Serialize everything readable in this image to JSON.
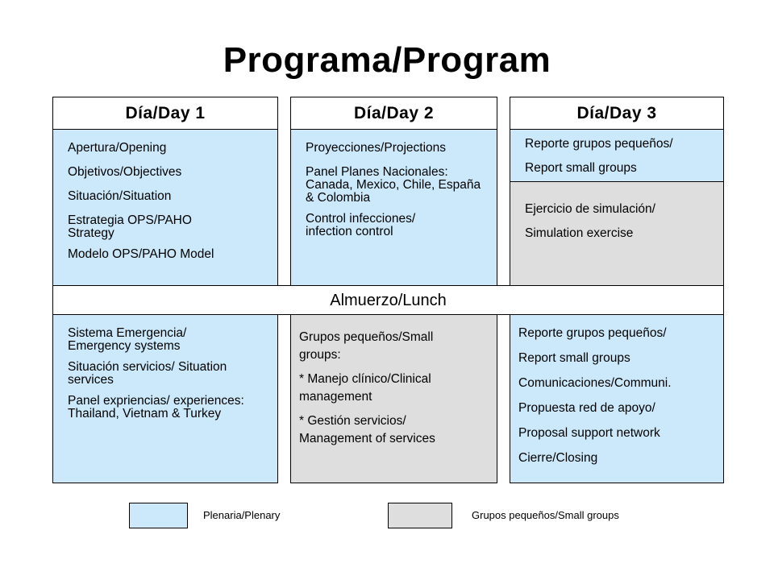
{
  "title": "Programa/Program",
  "days": [
    {
      "header": "Día/Day 1",
      "morning": [
        "Apertura/Opening",
        "Objetivos/Objectives",
        "Situación/Situation",
        "Estrategia OPS/PAHO Strategy",
        "Modelo OPS/PAHO Model"
      ],
      "afternoon": [
        "Sistema Emergencia/ Emergency systems",
        "Situación servicios/ Situation services",
        "Panel expriencias/ experiences: Thailand, Vietnam & Turkey"
      ]
    },
    {
      "header": "Día/Day 2",
      "morning": [
        "Proyecciones/Projections",
        "Panel Planes Nacionales: Canada, Mexico, Chile, España & Colombia",
        "Control infecciones/ infection control"
      ],
      "afternoon": [
        "Grupos pequeños/Small groups:",
        "* Manejo clínico/Clinical management",
        "* Gestión servicios/ Management of services"
      ]
    },
    {
      "header": "Día/Day 3",
      "morning_plenary": [
        "Reporte grupos pequeños/",
        "Report small groups"
      ],
      "morning_small": [
        "Ejercicio de simulación/",
        "Simulation exercise"
      ],
      "afternoon": [
        "Reporte grupos pequeños/",
        "Report small groups",
        "Comunicaciones/Communi.",
        "Propuesta red de apoyo/",
        "Proposal support network",
        "Cierre/Closing"
      ]
    }
  ],
  "lunch": "Almuerzo/Lunch",
  "legend": {
    "plenary": "Plenaria/Plenary",
    "small_groups": "Grupos pequeños/Small groups"
  },
  "colors": {
    "plenary": "#cce9fb",
    "small_groups": "#dedede"
  }
}
